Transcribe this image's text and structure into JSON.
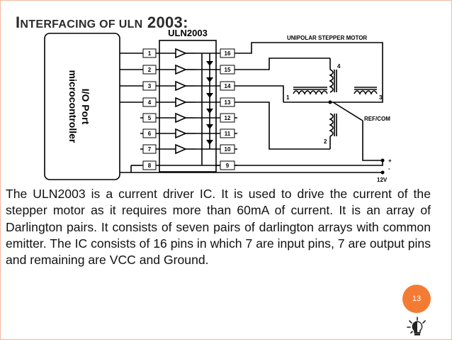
{
  "slide": {
    "title_lead": "I",
    "title_rest": "NTERFACING OF ULN",
    "title_tail": " 2003:",
    "body": "The  ULN2003 is a current driver IC. It is used to drive the current of the stepper motor as it requires more than 60mA of current. It is an array of Darlington pairs. It consists of seven pairs of darlington arrays with common emitter. The IC consists of 16 pins in which 7 are input pins, 7 are output pins and remaining are VCC and Ground.",
    "slide_number": "13",
    "accent_color": "#f47b34",
    "icon": "lightbulb-icon"
  },
  "diagram": {
    "ic_label": "ULN2003",
    "mcu_line1": "I/O Port",
    "mcu_line2": "microcontroller",
    "motor_label": "UNIPOLAR STEPPER MOTOR",
    "left_pins": [
      "1",
      "2",
      "3",
      "4",
      "5",
      "6",
      "7",
      "8"
    ],
    "right_pins": [
      "16",
      "15",
      "14",
      "13",
      "12",
      "11",
      "10",
      "9"
    ],
    "coil_labels": [
      "4",
      "1",
      "3",
      "2"
    ],
    "ref_label": "REF/COM",
    "plus": "+",
    "minus": "-",
    "supply": "12V"
  }
}
